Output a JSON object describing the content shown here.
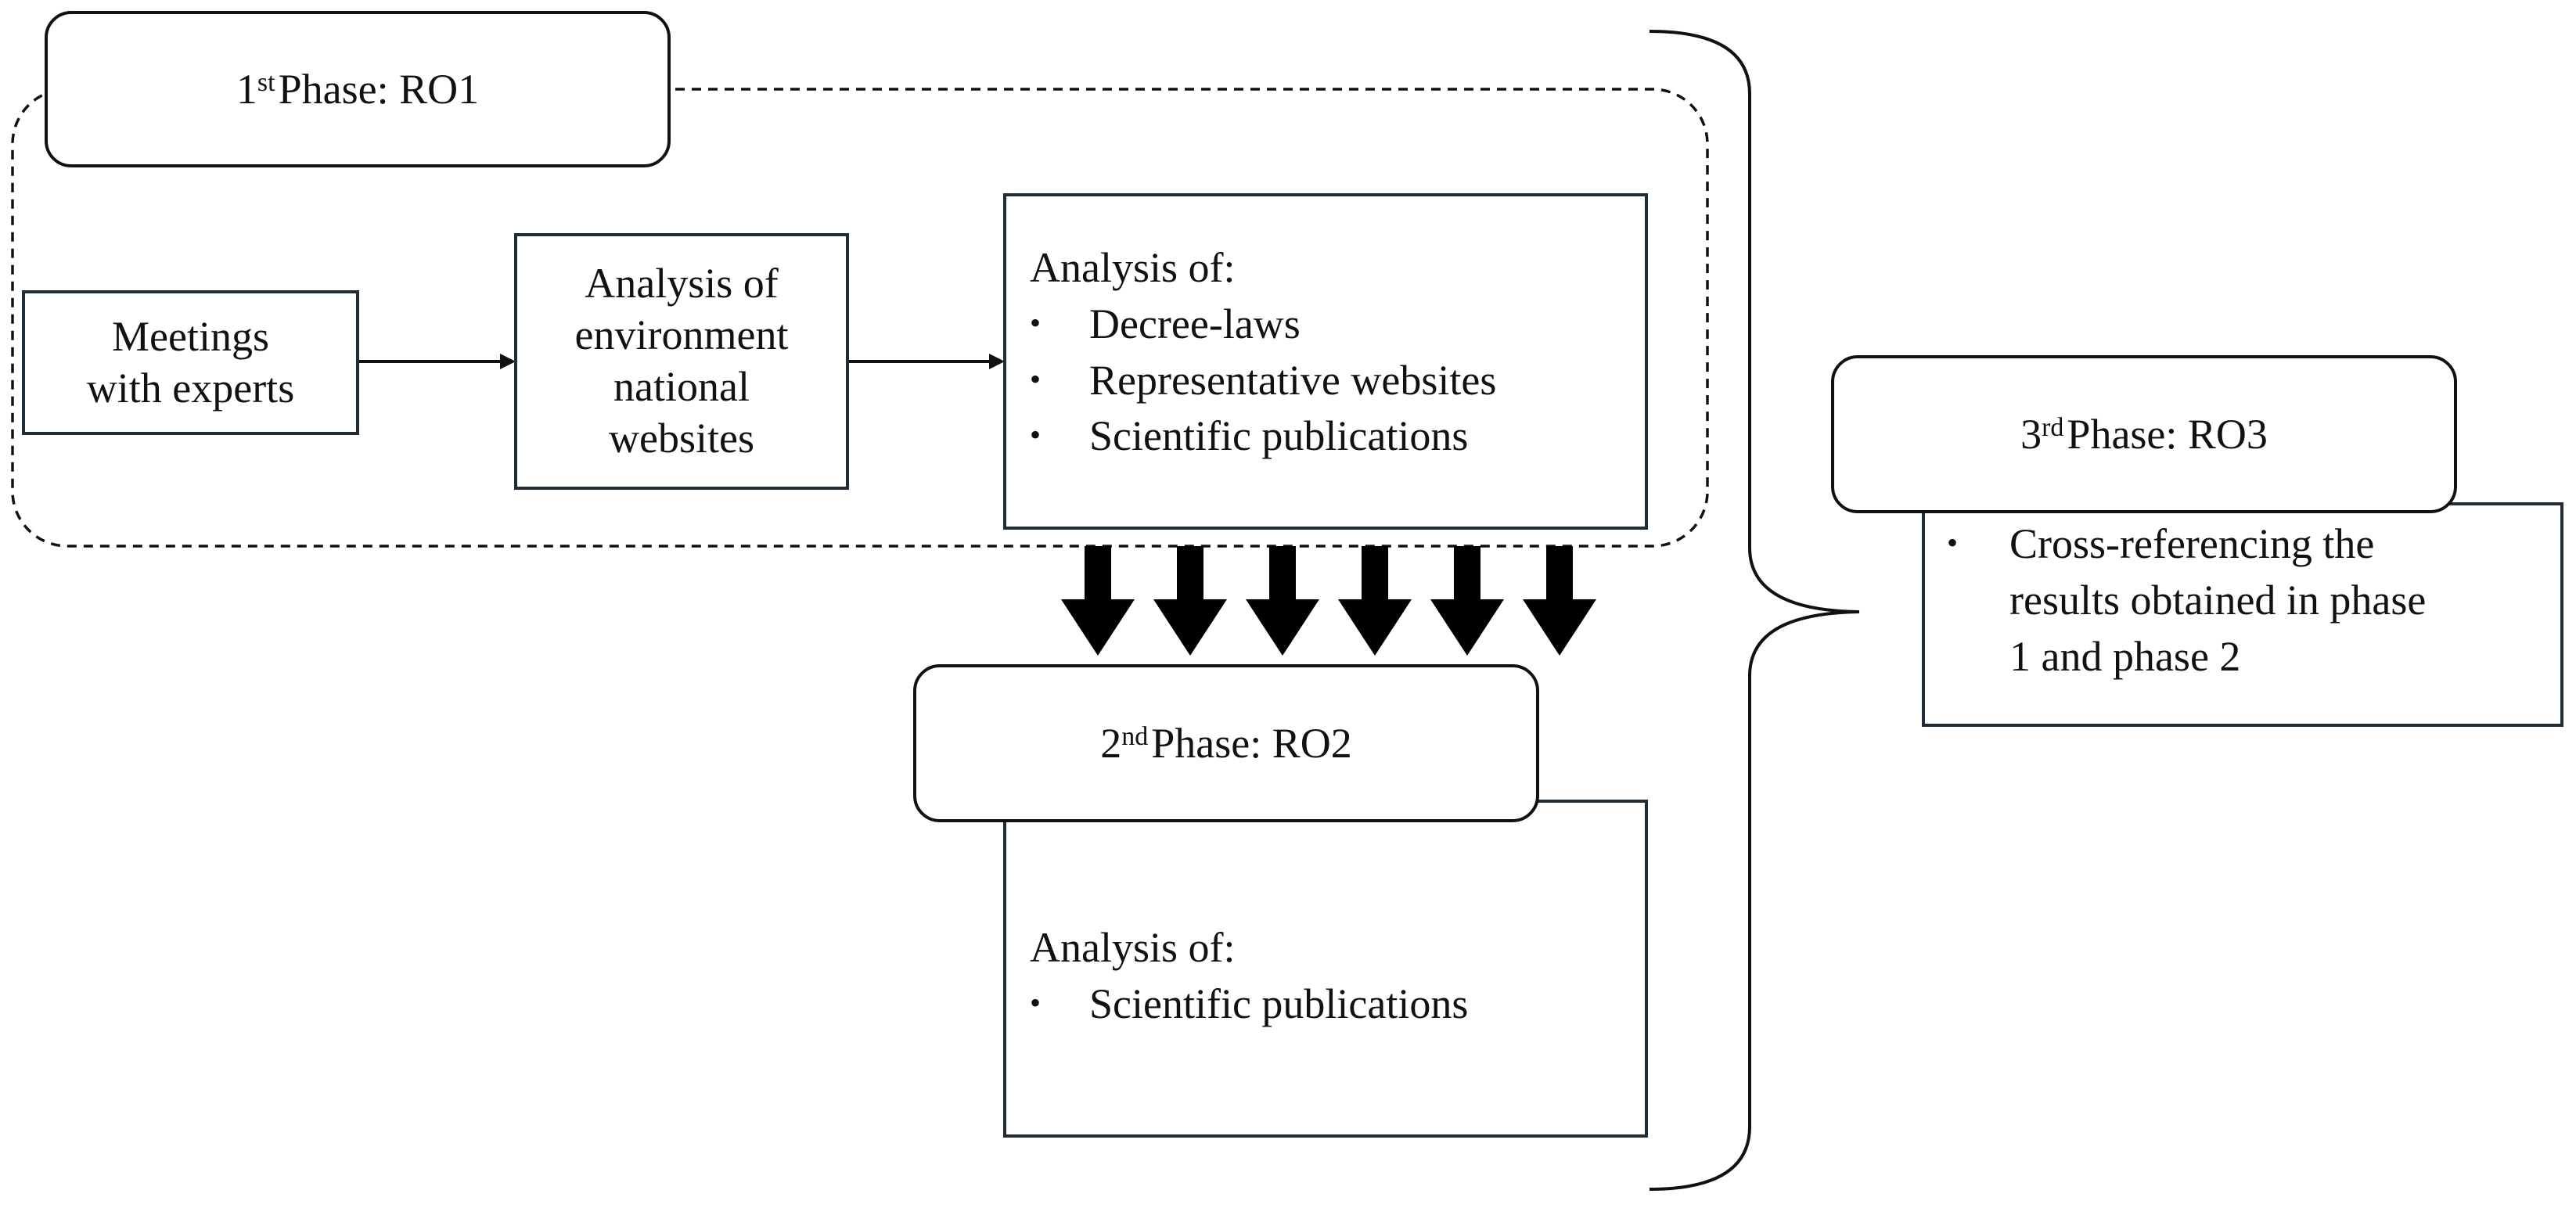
{
  "phase1": {
    "label_number": "1",
    "label_suffix": "st",
    "label_text": "Phase: RO1",
    "meetings_line1": "Meetings",
    "meetings_line2": "with experts",
    "websites_line1": "Analysis of",
    "websites_line2": "environment",
    "websites_line3": "national",
    "websites_line4": "websites",
    "analysis_heading": "Analysis of:",
    "analysis_items": [
      "Decree-laws",
      "Representative websites",
      "Scientific publications"
    ]
  },
  "phase2": {
    "label_number": "2",
    "label_suffix": "nd",
    "label_text": "Phase: RO2",
    "analysis_heading": "Analysis of:",
    "analysis_items": [
      "Scientific publications"
    ]
  },
  "phase3": {
    "label_number": "3",
    "label_suffix": "rd",
    "label_text": "Phase: RO3",
    "items": [
      "Cross-referencing the results obtained in phase 1 and phase 2"
    ],
    "item_line1": "Cross-referencing the",
    "item_line2": "results obtained in phase",
    "item_line3": "1 and phase 2"
  },
  "bullet_char": "•",
  "colors": {
    "box_border": "#1f2d3a",
    "line": "#111111",
    "arrow_fill": "#000000",
    "background": "#ffffff"
  }
}
